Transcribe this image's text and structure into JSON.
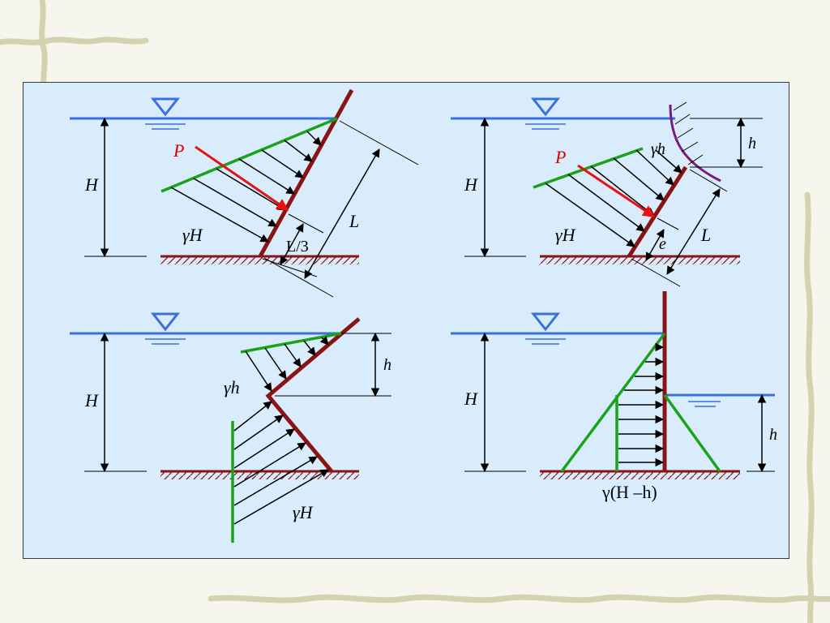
{
  "labels": {
    "P": "P",
    "H": "H",
    "h": "h",
    "L": "L",
    "L3": "L/3",
    "e": "e",
    "gammaH": "γH",
    "gammah": "γh",
    "gammaHminush": "γ(H –h)"
  },
  "colors": {
    "water_surface": "#3a6fe0",
    "wall": "#8a1414",
    "pressure_outline": "#1aa31a",
    "resultant_force": "#e81010",
    "curved_surface": "#7a1a7a",
    "panel_background": "#d9ecfb",
    "slide_background": "#f7f6ee"
  },
  "icons": {
    "water_level_marker": "inverted-triangle-water-level-icon"
  }
}
